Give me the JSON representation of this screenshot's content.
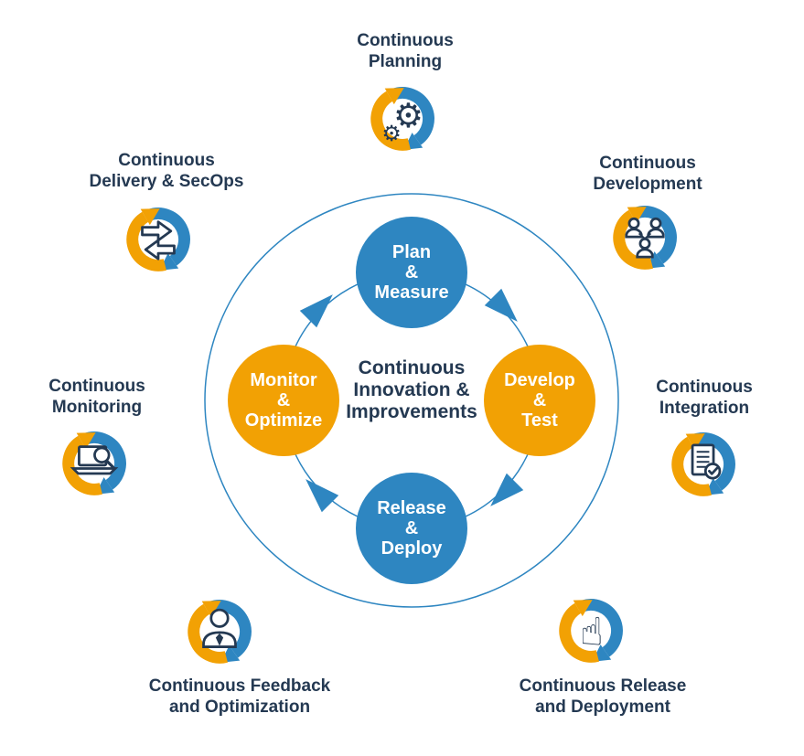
{
  "colors": {
    "blue": "#2E86C1",
    "orange": "#F2A104",
    "text_navy": "#243952",
    "node_text": "#FFFFFF"
  },
  "center": {
    "title_line1": "Continuous",
    "title_line2": "Innovation &",
    "title_line3": "Improvements",
    "nodes": [
      {
        "id": "plan-measure",
        "line1": "Plan",
        "line2": "&",
        "line3": "Measure",
        "color": "blue",
        "position": "top"
      },
      {
        "id": "develop-test",
        "line1": "Develop",
        "line2": "&",
        "line3": "Test",
        "color": "orange",
        "position": "right"
      },
      {
        "id": "release-deploy",
        "line1": "Release",
        "line2": "&",
        "line3": "Deploy",
        "color": "blue",
        "position": "bottom"
      },
      {
        "id": "monitor-optimize",
        "line1": "Monitor",
        "line2": "&",
        "line3": "Optimize",
        "color": "orange",
        "position": "left"
      }
    ],
    "flow_direction": "clockwise"
  },
  "satellites": [
    {
      "id": "planning",
      "line1": "Continuous",
      "line2": "Planning",
      "icon": "gears-icon",
      "position": "top"
    },
    {
      "id": "development",
      "line1": "Continuous",
      "line2": "Development",
      "icon": "team-icon",
      "position": "top-right"
    },
    {
      "id": "delivery",
      "line1": "Continuous",
      "line2": "Delivery & SecOps",
      "icon": "transfer-arrows-icon",
      "position": "top-left"
    },
    {
      "id": "monitoring",
      "line1": "Continuous",
      "line2": "Monitoring",
      "icon": "laptop-search-icon",
      "position": "left"
    },
    {
      "id": "integration",
      "line1": "Continuous",
      "line2": "Integration",
      "icon": "document-check-icon",
      "position": "right"
    },
    {
      "id": "release",
      "line1": "Continuous Release",
      "line2": "and Deployment",
      "icon": "click-hand-icon",
      "position": "bottom-right"
    },
    {
      "id": "feedback",
      "line1": "Continuous Feedback",
      "line2": "and Optimization",
      "icon": "person-icon",
      "position": "bottom-left"
    }
  ]
}
